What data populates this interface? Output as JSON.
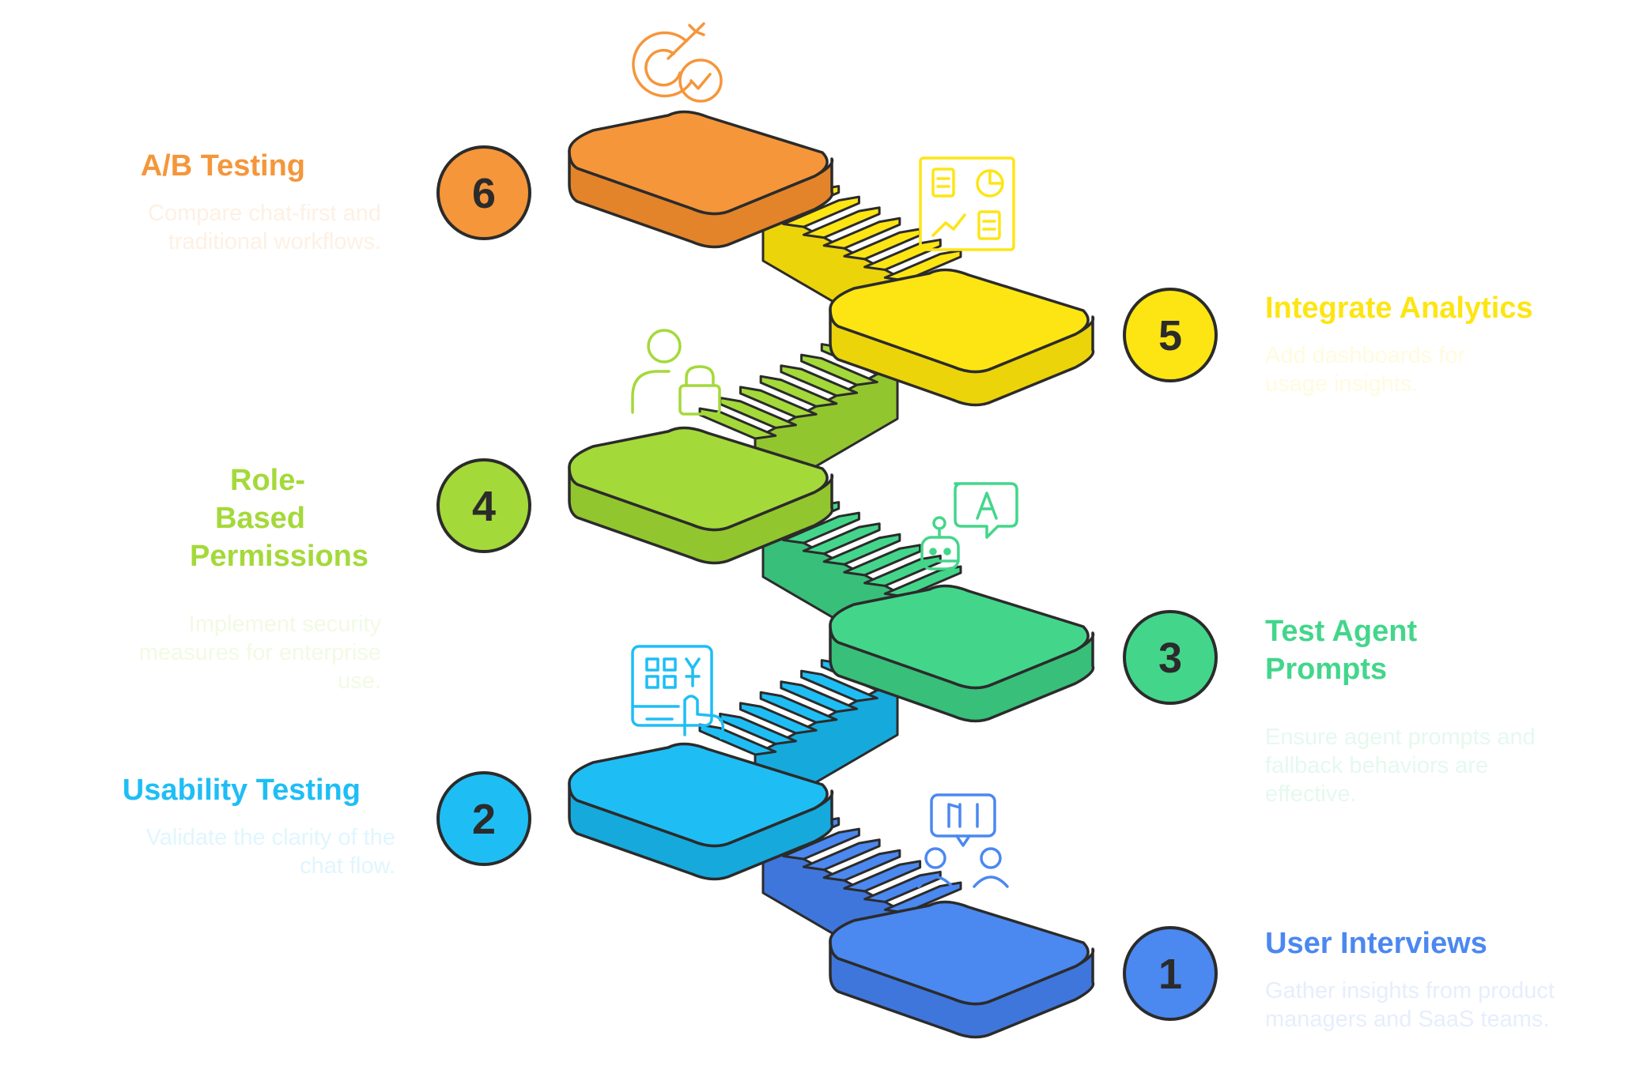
{
  "steps": [
    {
      "number": "1",
      "title": "User Interviews",
      "description": "Gather insights from product managers and SaaS teams.",
      "color": "#4B88F0",
      "side_color": "#3F76DB",
      "icon": "interview-users-icon"
    },
    {
      "number": "2",
      "title": "Usability Testing",
      "description": "Validate the clarity of the chat flow.",
      "color": "#1EBEF5",
      "side_color": "#16A9DC",
      "icon": "touch-screen-dashboard-icon"
    },
    {
      "number": "3",
      "title": "Test Agent Prompts",
      "description": "Ensure agent prompts and fallback behaviors are effective.",
      "color": "#43D68B",
      "side_color": "#38BF7A",
      "icon": "robot-chat-icon"
    },
    {
      "number": "4",
      "title": "Role-Based Permissions",
      "description": "Implement security measures for enterprise use.",
      "color": "#A4D93A",
      "side_color": "#92C62F",
      "icon": "user-lock-icon"
    },
    {
      "number": "5",
      "title": "Integrate Analytics",
      "description": "Add dashboards for usage insights.",
      "color": "#FDE513",
      "side_color": "#ECD40A",
      "icon": "analytics-dashboard-icon"
    },
    {
      "number": "6",
      "title": "A/B Testing",
      "description": "Compare chat-first and traditional workflows.",
      "color": "#F5963A",
      "side_color": "#E3842A",
      "icon": "target-check-icon"
    }
  ]
}
